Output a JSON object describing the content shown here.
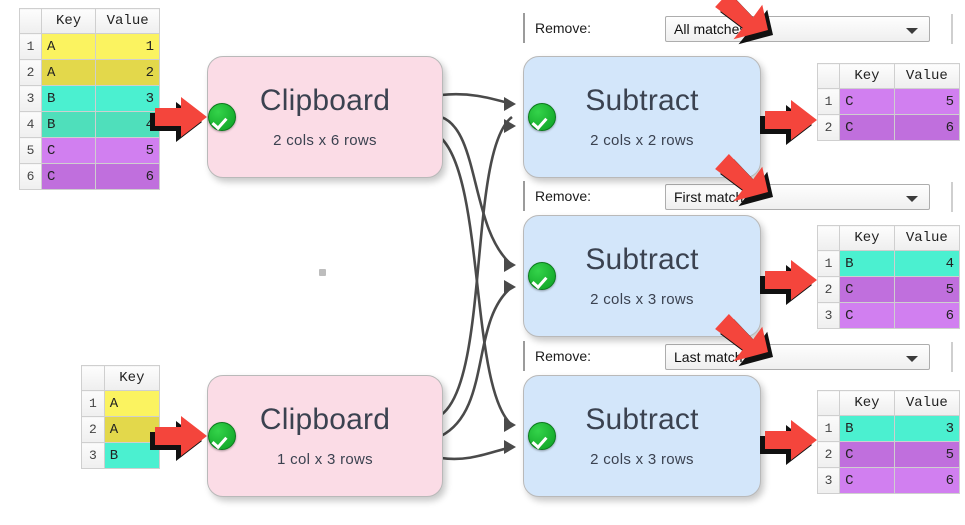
{
  "source_tables": [
    {
      "name": "top-left-source-table",
      "columns": [
        "Key",
        "Value"
      ],
      "rows": [
        {
          "n": "1",
          "key": "A",
          "value": "1",
          "shade": "y1"
        },
        {
          "n": "2",
          "key": "A",
          "value": "2",
          "shade": "y2"
        },
        {
          "n": "3",
          "key": "B",
          "value": "3",
          "shade": "t1"
        },
        {
          "n": "4",
          "key": "B",
          "value": "4",
          "shade": "t2"
        },
        {
          "n": "5",
          "key": "C",
          "value": "5",
          "shade": "p1"
        },
        {
          "n": "6",
          "key": "C",
          "value": "6",
          "shade": "p2"
        }
      ]
    },
    {
      "name": "bottom-left-source-table",
      "columns": [
        "Key"
      ],
      "rows": [
        {
          "n": "1",
          "key": "A",
          "shade": "y1"
        },
        {
          "n": "2",
          "key": "A",
          "shade": "y2"
        },
        {
          "n": "3",
          "key": "B",
          "shade": "t1"
        }
      ]
    }
  ],
  "nodes": {
    "clipboard_top": {
      "title": "Clipboard",
      "subtitle": "2 cols x 6 rows"
    },
    "clipboard_bottom": {
      "title": "Clipboard",
      "subtitle": "1 col x 3 rows"
    },
    "subtract_1": {
      "title": "Subtract",
      "subtitle": "2 cols x 2 rows"
    },
    "subtract_2": {
      "title": "Subtract",
      "subtitle": "2 cols x 3 rows"
    },
    "subtract_3": {
      "title": "Subtract",
      "subtitle": "2 cols x 3 rows"
    }
  },
  "combos": [
    {
      "label": "Remove:",
      "value": "All matches"
    },
    {
      "label": "Remove:",
      "value": "First match"
    },
    {
      "label": "Remove:",
      "value": "Last match"
    }
  ],
  "result_tables": [
    {
      "name": "result-table-all-matches",
      "columns": [
        "Key",
        "Value"
      ],
      "rows": [
        {
          "n": "1",
          "key": "C",
          "value": "5",
          "shade": "p1"
        },
        {
          "n": "2",
          "key": "C",
          "value": "6",
          "shade": "p2"
        }
      ]
    },
    {
      "name": "result-table-first-match",
      "columns": [
        "Key",
        "Value"
      ],
      "rows": [
        {
          "n": "1",
          "key": "B",
          "value": "4",
          "shade": "t1"
        },
        {
          "n": "2",
          "key": "C",
          "value": "5",
          "shade": "p2"
        },
        {
          "n": "3",
          "key": "C",
          "value": "6",
          "shade": "p1"
        }
      ]
    },
    {
      "name": "result-table-last-match",
      "columns": [
        "Key",
        "Value"
      ],
      "rows": [
        {
          "n": "1",
          "key": "B",
          "value": "3",
          "shade": "t1"
        },
        {
          "n": "2",
          "key": "C",
          "value": "5",
          "shade": "p2"
        },
        {
          "n": "3",
          "key": "C",
          "value": "6",
          "shade": "p1"
        }
      ]
    }
  ],
  "colors": {
    "clipboard_node": "#fbdce6",
    "subtract_node": "#d3e6fa",
    "status_ok": "#12a828",
    "cursor_arrow": "#f4453c",
    "connector": "#4a4a4a",
    "yellow": "#fbf360",
    "teal": "#4bf0d0",
    "purple": "#d17ff0"
  },
  "icons": {
    "status": "green-check-icon",
    "caret": "chevron-down-icon",
    "pointer": "red-arrow-cursor-icon"
  }
}
